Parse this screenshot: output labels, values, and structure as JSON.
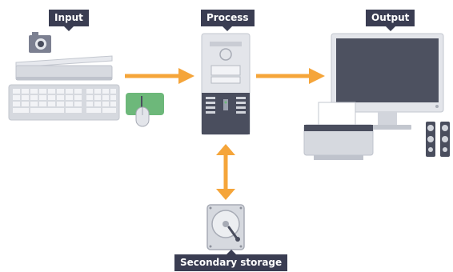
{
  "labels": {
    "input": "Input",
    "process": "Process",
    "output": "Output",
    "storage": "Secondary storage"
  },
  "colors": {
    "arrow": "#f5a53a",
    "tag_bg": "#3a3d52",
    "device_body": "#e3e5ea",
    "device_shade": "#bfc3cc",
    "dark": "#4a4e5e",
    "screen": "#4d5160",
    "mouse_pad": "#6db87a"
  },
  "icons": [
    "camera-icon",
    "scanner-icon",
    "keyboard-icon",
    "mouse-icon",
    "computer-tower-icon",
    "monitor-icon",
    "printer-icon",
    "speaker-icon",
    "hard-drive-icon"
  ]
}
